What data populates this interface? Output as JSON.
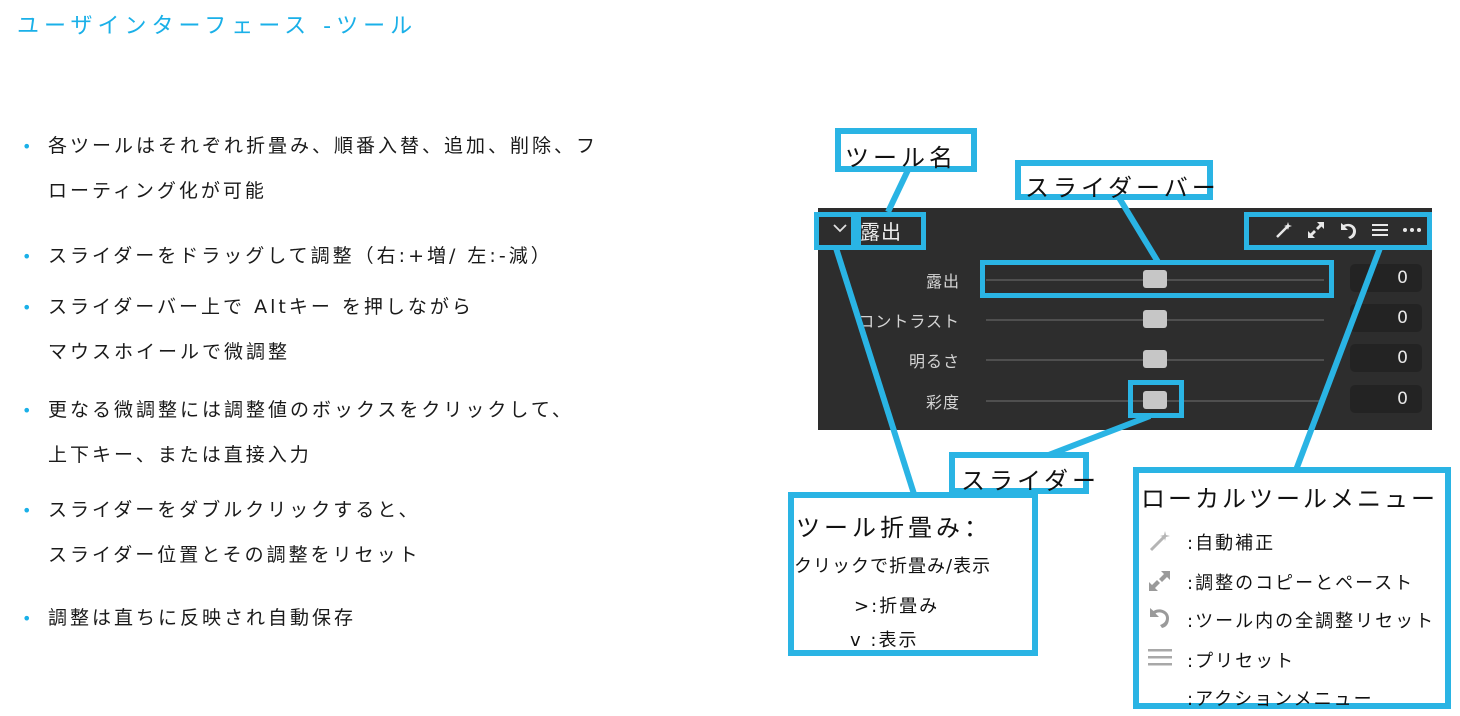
{
  "title": "ユーザインターフェース -ツール",
  "bullets": [
    [
      "各ツールはそれぞれ折畳み、順番入替、追加、削除、フ",
      "ローティング化が可能"
    ],
    [
      "スライダーをドラッグして調整（右:+増/ 左:-減）"
    ],
    [
      "スライダーバー上で Altキー を押しながら",
      "マウスホイールで微調整"
    ],
    [
      "更なる微調整には調整値のボックスをクリックして、",
      "上下キー、または直接入力"
    ],
    [
      "スライダーをダブルクリックすると、",
      "スライダー位置とその調整をリセット"
    ],
    [
      "調整は直ちに反映され自動保存"
    ]
  ],
  "bullet_marker": "•",
  "panel": {
    "tool_name": "露出",
    "sliders": [
      {
        "label": "露出",
        "value": "0"
      },
      {
        "label": "コントラスト",
        "value": "0"
      },
      {
        "label": "明るさ",
        "value": "0"
      },
      {
        "label": "彩度",
        "value": "0"
      }
    ],
    "header_icons": [
      "magic-wand-icon",
      "copy-paste-arrows-icon",
      "reset-arrow-icon",
      "hamburger-menu-icon",
      "more-dots-icon"
    ]
  },
  "callouts": {
    "tool_name": "ツール名",
    "slider_bar": "スライダーバー",
    "slider": "スライダー",
    "collapse": {
      "title": "ツール折畳み：",
      "desc": "クリックで折畳み/表示",
      "fold": ">:折畳み",
      "show": "v :表示"
    },
    "local_menu": {
      "title": "ローカルツールメニュー",
      "items": [
        {
          "icon": "magic-wand-icon",
          "text": ":自動補正"
        },
        {
          "icon": "copy-paste-arrows-icon",
          "text": ":調整のコピーとペースト"
        },
        {
          "icon": "reset-arrow-icon",
          "text": ":ツール内の全調整リセット"
        },
        {
          "icon": "hamburger-menu-icon",
          "text": ":プリセット"
        },
        {
          "icon": "",
          "text": ":アクションメニュー"
        }
      ]
    }
  },
  "colors": {
    "accent": "#1ab0e8",
    "callout_border": "#2ab4e4",
    "panel_bg": "#2d2d2d"
  }
}
